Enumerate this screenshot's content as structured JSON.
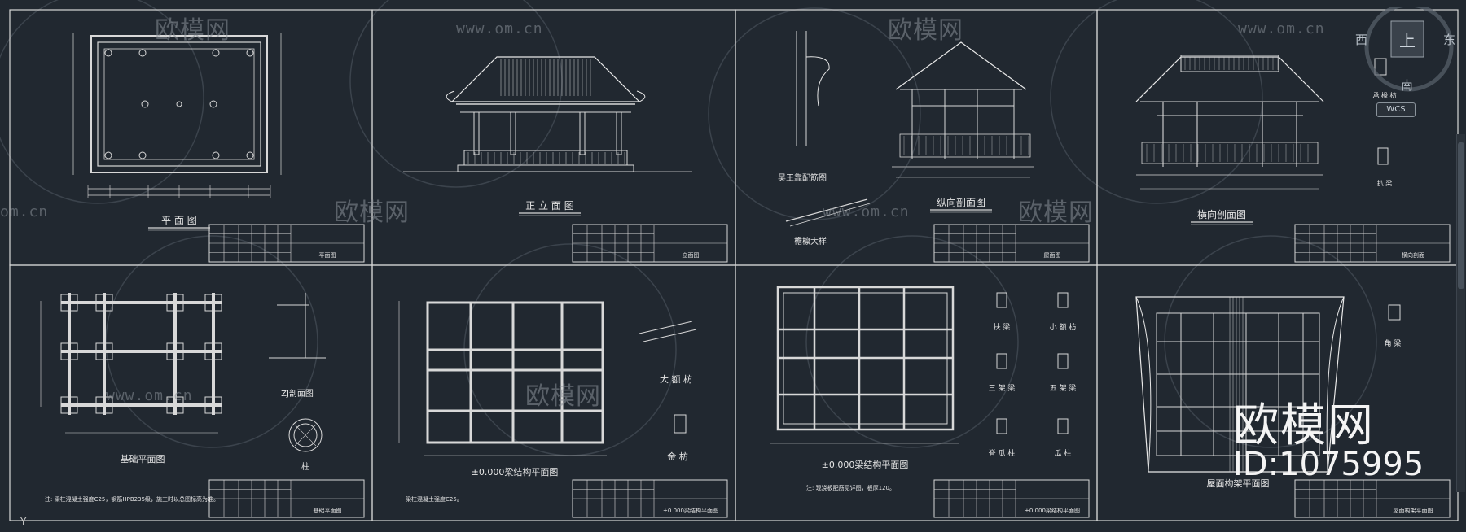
{
  "sheets": [
    {
      "title": "平 面 图",
      "tb": "平面图"
    },
    {
      "title": "正 立 面 图",
      "tb": "立面图"
    },
    {
      "title": "纵向剖面图",
      "tb": "屋面图"
    },
    {
      "title": "横向剖面图",
      "tb": "横向剖面"
    },
    {
      "title": "基础平面图",
      "tb": "基础平面图"
    },
    {
      "title": "±0.000梁结构平面图",
      "tb": "±0.000梁结构平面图"
    },
    {
      "title": "±0.000梁结构平面图",
      "tb": "±0.000梁结构平面图"
    },
    {
      "title": "屋面构架平面图",
      "tb": "屋面构架平面图"
    }
  ],
  "detail_labels": {
    "eave": "吴王靠配筋图",
    "rafter": "檐檩大样",
    "bracket": "大 额 枋",
    "pole": "金 枋",
    "zj": "ZJ剖面图",
    "col": "柱",
    "beam1": "扶 梁",
    "beam2": "小 额 枋",
    "beam3": "三 架 梁",
    "beam4": "五 架 梁",
    "beam5": "脊 瓜 柱",
    "beam6": "瓜 柱",
    "roofcol": "角 梁",
    "tie": "承 椽 枋",
    "tie2": "扒 梁"
  },
  "notes": {
    "n1": "注:  梁柱混凝土强度C25，钢筋HPB235级，施工时以总图标高为准。",
    "n2": "注:  现浇板配筋见详图，板厚120。",
    "n3": "梁柱混凝土强度C25。"
  },
  "watermarks": {
    "brand_small": "欧模网",
    "url": "www.om.cn",
    "url_short": "om.cn"
  },
  "viewcube": {
    "top": "上",
    "west": "西",
    "east": "东",
    "south": "南",
    "wcs": "WCS"
  },
  "brand": "欧模网",
  "id_label": "ID:1075995",
  "ucs_axis": "Y"
}
